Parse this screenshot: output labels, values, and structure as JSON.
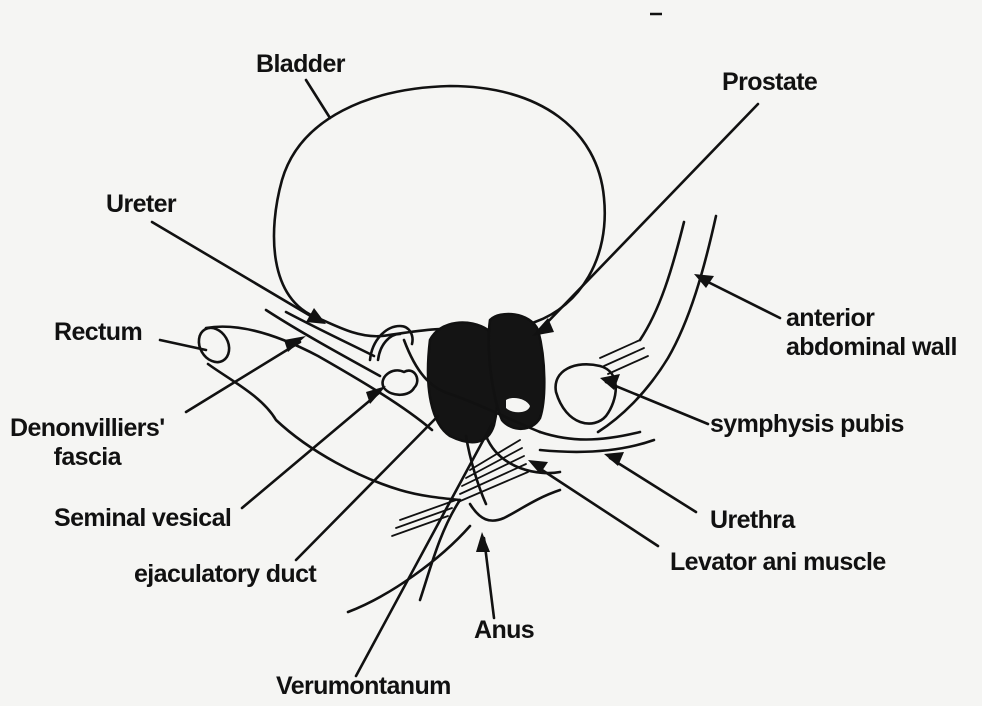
{
  "labels": {
    "bladder": "Bladder",
    "prostate": "Prostate",
    "ureter": "Ureter",
    "rectum": "Rectum",
    "denonvilliers_line1": "Denonvilliers'",
    "denonvilliers_line2": "fascia",
    "seminal_vesical": "Seminal vesical",
    "ejaculatory_duct": "ejaculatory duct",
    "verumontanum": "Verumontanum",
    "anus": "Anus",
    "levator_ani": "Levator ani muscle",
    "urethra": "Urethra",
    "symphysis_pubis": "symphysis pubis",
    "abdominal_wall_line1": "anterior",
    "abdominal_wall_line2": "abdominal wall"
  },
  "colors": {
    "background": "#f5f5f3",
    "ink": "#111111"
  }
}
